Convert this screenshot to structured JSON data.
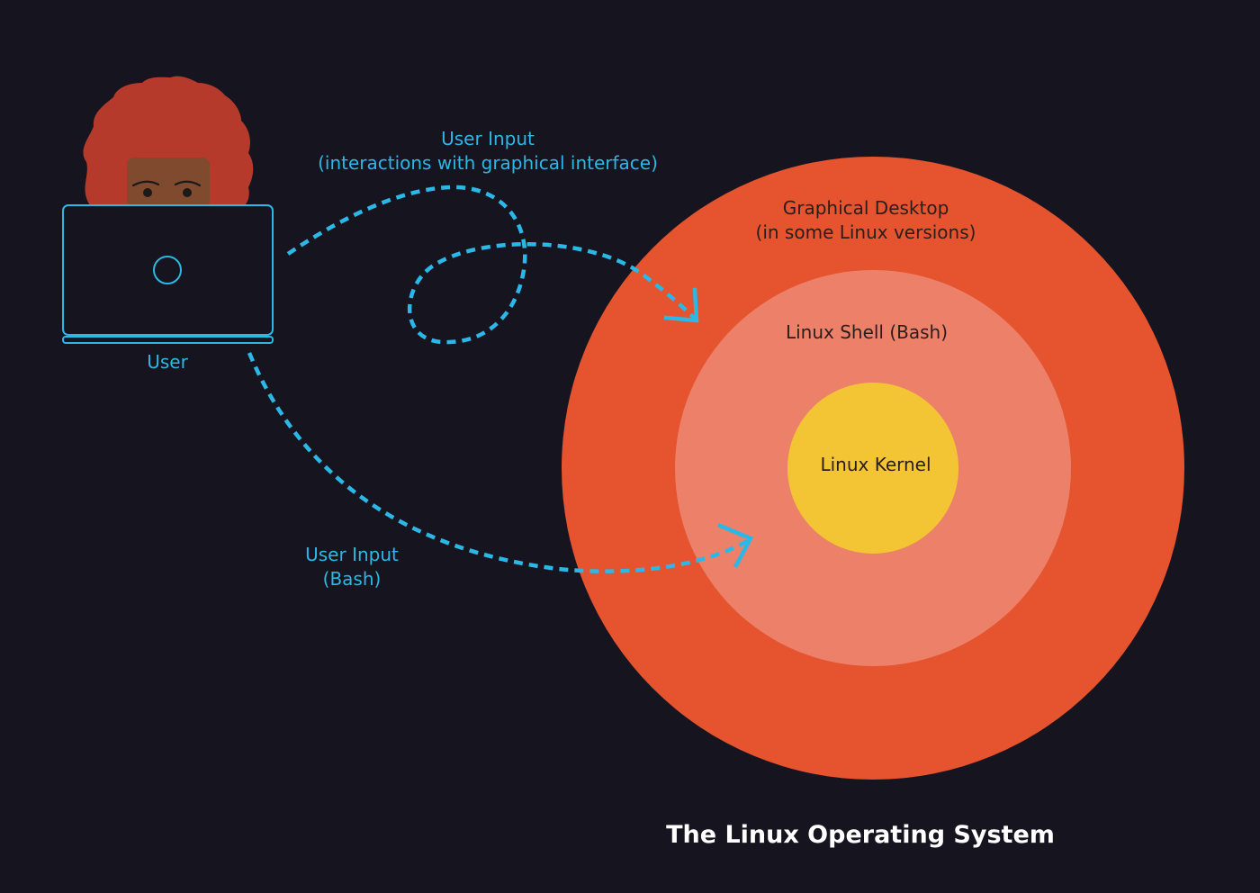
{
  "user": {
    "label": "User"
  },
  "arrows": {
    "gui_input": {
      "line1": "User Input",
      "line2": "(interactions with graphical interface)"
    },
    "bash_input": {
      "line1": "User Input",
      "line2": "(Bash)"
    }
  },
  "layers": {
    "desktop": {
      "line1": "Graphical Desktop",
      "line2": "(in some Linux versions)"
    },
    "shell": {
      "label": "Linux Shell (Bash)"
    },
    "kernel": {
      "label": "Linux Kernel"
    }
  },
  "title": "The Linux Operating System",
  "colors": {
    "background": "#16141f",
    "accent_cyan": "#2bb8e6",
    "desktop_layer": "#e5532f",
    "shell_layer": "#ec8069",
    "kernel_layer": "#f3c535",
    "hair": "#b63a2b",
    "skin": "#7f4a2e"
  }
}
